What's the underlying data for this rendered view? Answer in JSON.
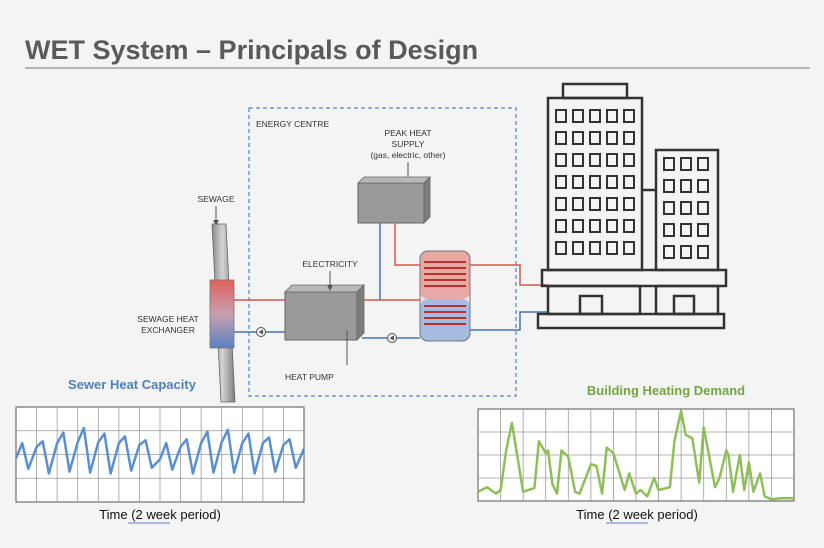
{
  "slide": {
    "title": "WET System – Principals of Design"
  },
  "diagram": {
    "energy_centre_label": "ENERGY  CENTRE",
    "peak_heat_label_1": "PEAK HEAT",
    "peak_heat_label_2": "SUPPLY",
    "peak_heat_label_3": "(gas, electric, other)",
    "sewage_label": "SEWAGE",
    "electricity_label": "ELECTRICITY",
    "exchanger_label_1": "SEWAGE HEAT",
    "exchanger_label_2": "EXCHANGER",
    "heat_pump_label": "HEAT PUMP"
  },
  "colors": {
    "hot_pipe": "#d9534f",
    "cold_pipe": "#4a72b0",
    "sewer_series": "#5b8fd0",
    "heating_series": "#8fbe5a",
    "sewer_caption": "#4f81bd",
    "heating_caption": "#77a443"
  },
  "chart_data": [
    {
      "type": "line",
      "title": "Sewer Heat Capacity",
      "xlabel": "Time (2 week period)",
      "grid": true,
      "ylim": [
        0,
        1
      ],
      "x": [
        0,
        0.3,
        0.6,
        1,
        1.3,
        1.6,
        2,
        2.3,
        2.6,
        3,
        3.3,
        3.6,
        4,
        4.3,
        4.6,
        5,
        5.3,
        5.6,
        6,
        6.3,
        6.6,
        7,
        7.3,
        7.6,
        8,
        8.3,
        8.6,
        9,
        9.3,
        9.6,
        10,
        10.3,
        10.6,
        11,
        11.3,
        11.6,
        12,
        12.3,
        12.6,
        13,
        13.3,
        13.6,
        14
      ],
      "values": [
        0.46,
        0.62,
        0.35,
        0.58,
        0.64,
        0.3,
        0.62,
        0.73,
        0.32,
        0.63,
        0.78,
        0.31,
        0.63,
        0.72,
        0.3,
        0.62,
        0.69,
        0.33,
        0.6,
        0.65,
        0.36,
        0.45,
        0.62,
        0.34,
        0.58,
        0.66,
        0.3,
        0.62,
        0.74,
        0.31,
        0.63,
        0.76,
        0.31,
        0.62,
        0.72,
        0.3,
        0.62,
        0.68,
        0.32,
        0.6,
        0.66,
        0.36,
        0.56
      ]
    },
    {
      "type": "line",
      "title": "Building Heating Demand",
      "xlabel": "Time (2 week period)",
      "grid": true,
      "ylim": [
        0,
        1
      ],
      "x": [
        0,
        0.4,
        0.8,
        1,
        1.25,
        1.5,
        1.7,
        2,
        2.5,
        2.7,
        3,
        3.1,
        3.3,
        3.5,
        3.7,
        4,
        4.3,
        4.5,
        5,
        5.25,
        5.5,
        5.7,
        6,
        6.5,
        6.7,
        7,
        7.2,
        7.5,
        7.8,
        8,
        8.5,
        8.7,
        9,
        9.2,
        9.5,
        9.8,
        10,
        10.5,
        10.7,
        11,
        11.1,
        11.3,
        11.6,
        11.8,
        12,
        12.2,
        12.5,
        12.7,
        13,
        13.4,
        14
      ],
      "values": [
        0.1,
        0.15,
        0.08,
        0.12,
        0.55,
        0.85,
        0.55,
        0.1,
        0.14,
        0.65,
        0.52,
        0.55,
        0.18,
        0.08,
        0.55,
        0.48,
        0.1,
        0.08,
        0.4,
        0.38,
        0.08,
        0.58,
        0.52,
        0.12,
        0.3,
        0.08,
        0.12,
        0.05,
        0.25,
        0.12,
        0.15,
        0.65,
        0.98,
        0.72,
        0.68,
        0.2,
        0.8,
        0.15,
        0.25,
        0.55,
        0.5,
        0.1,
        0.5,
        0.12,
        0.42,
        0.1,
        0.3,
        0.05,
        0.02,
        0.03,
        0.03
      ]
    }
  ]
}
